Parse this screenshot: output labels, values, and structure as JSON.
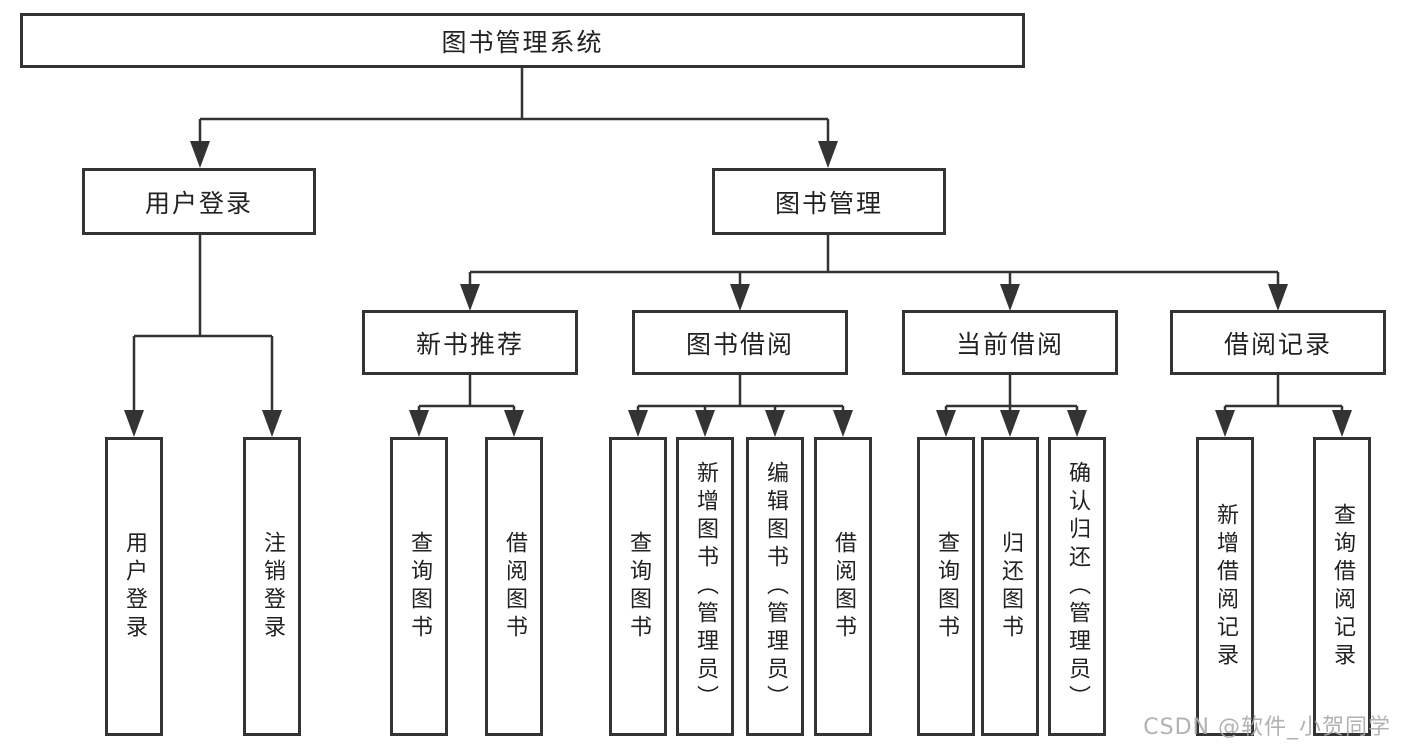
{
  "root": {
    "label": "图书管理系统"
  },
  "level2": {
    "user_login": "用户登录",
    "book_management": "图书管理"
  },
  "level3": {
    "new_book": "新书推荐",
    "book_borrow": "图书借阅",
    "current_borrow": "当前借阅",
    "borrow_record": "借阅记录"
  },
  "leaves": {
    "user": [
      "用户登录",
      "注销登录"
    ],
    "new_book": [
      "查询图书",
      "借阅图书"
    ],
    "book_borrow": [
      "查询图书",
      "新增图书（管理员）",
      "编辑图书（管理员）",
      "借阅图书"
    ],
    "current_borrow": [
      "查询图书",
      "归还图书",
      "确认归还（管理员）"
    ],
    "borrow_record": [
      "新增借阅记录",
      "查询借阅记录"
    ]
  },
  "watermark": {
    "text": "CSDN @软件_小贺同学"
  },
  "colors": {
    "line": "#333333",
    "text": "#222222",
    "watermark": "#aaaaaa",
    "background": "#ffffff"
  }
}
